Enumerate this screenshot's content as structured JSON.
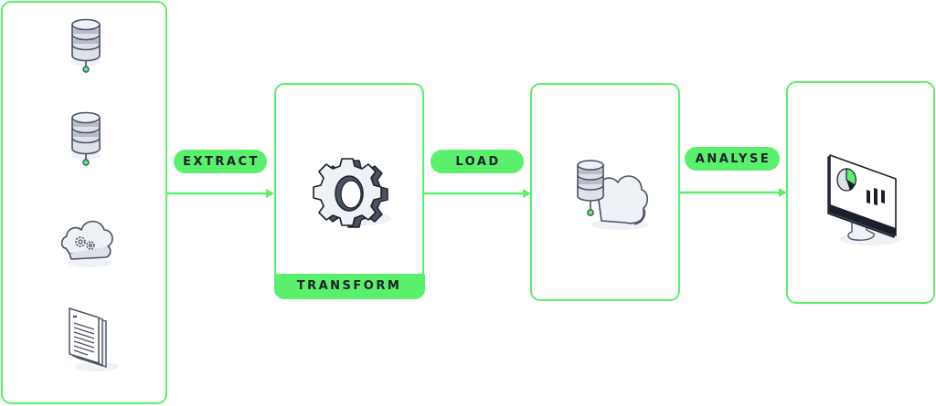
{
  "colors": {
    "accent": "#5af06b",
    "ink": "#1a1f2b",
    "icon_fill": "#dde2ea",
    "icon_dark": "#4a5160"
  },
  "stages": {
    "sources": {
      "icons": [
        "database-icon",
        "database-icon",
        "cloud-gear-icon",
        "document-stack-icon"
      ]
    },
    "transform": {
      "label": "TRANSFORM",
      "icon": "gear-icon"
    },
    "load": {
      "icon": "database-cloud-icon"
    },
    "analyse": {
      "icon": "monitor-chart-icon"
    }
  },
  "connectors": {
    "extract": "EXTRACT",
    "load": "LOAD",
    "analyse": "ANALYSE"
  }
}
